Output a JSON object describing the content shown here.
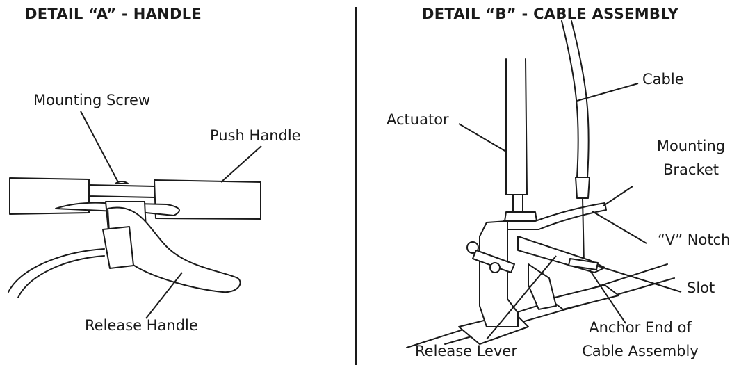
{
  "detail_a": {
    "title": "DETAIL “A” - HANDLE",
    "labels": {
      "mounting_screw": "Mounting Screw",
      "push_handle": "Push Handle",
      "release_handle": "Release Handle"
    }
  },
  "detail_b": {
    "title": "DETAIL “B” - CABLE ASSEMBLY",
    "labels": {
      "cable": "Cable",
      "actuator": "Actuator",
      "mounting_bracket_1": "Mounting",
      "mounting_bracket_2": "Bracket",
      "v_notch": "“V” Notch",
      "slot": "Slot",
      "anchor_end_1": "Anchor End of",
      "anchor_end_2": "Cable Assembly",
      "release_lever": "Release Lever"
    }
  }
}
